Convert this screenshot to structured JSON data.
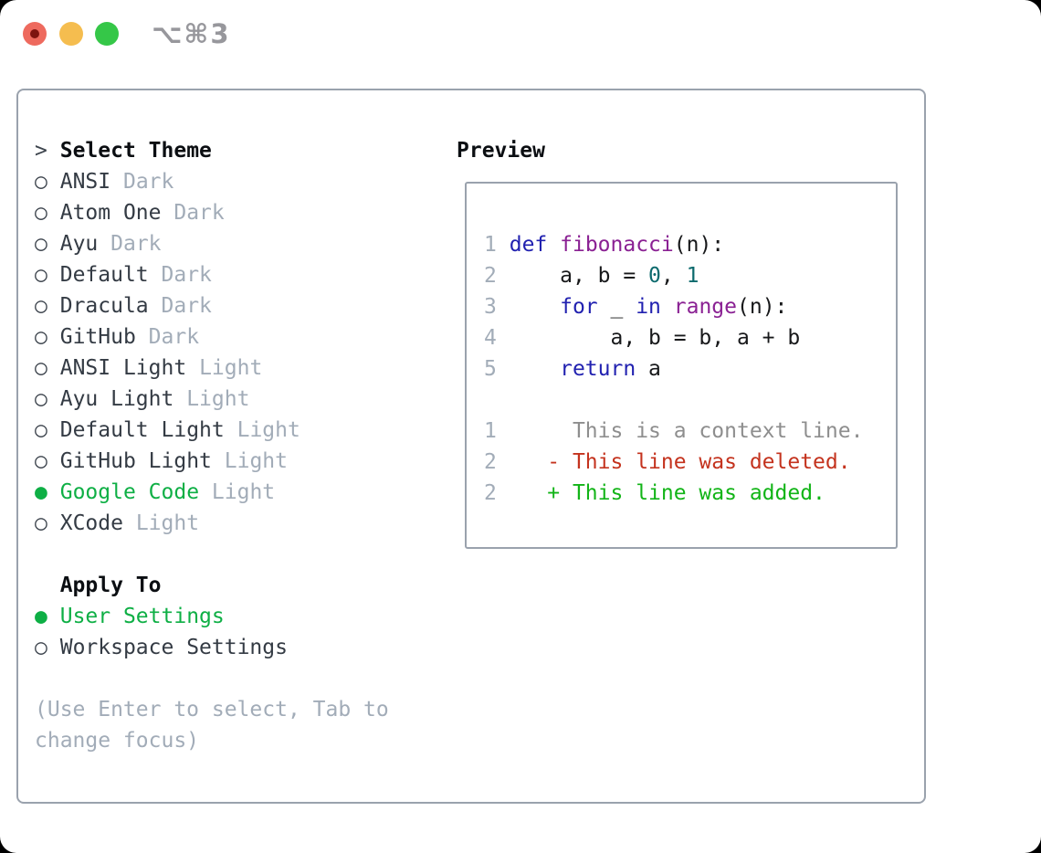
{
  "titlebar": {
    "title": "⌥⌘3"
  },
  "glyphs": {
    "prompt": ">",
    "unselected": "○",
    "selected": "●"
  },
  "theme_panel": {
    "header": "Select Theme",
    "items": [
      {
        "name": "ANSI",
        "variant": "Dark",
        "selected": false
      },
      {
        "name": "Atom One",
        "variant": "Dark",
        "selected": false
      },
      {
        "name": "Ayu",
        "variant": "Dark",
        "selected": false
      },
      {
        "name": "Default",
        "variant": "Dark",
        "selected": false
      },
      {
        "name": "Dracula",
        "variant": "Dark",
        "selected": false
      },
      {
        "name": "GitHub",
        "variant": "Dark",
        "selected": false
      },
      {
        "name": "ANSI Light",
        "variant": "Light",
        "selected": false
      },
      {
        "name": "Ayu Light",
        "variant": "Light",
        "selected": false
      },
      {
        "name": "Default Light",
        "variant": "Light",
        "selected": false
      },
      {
        "name": "GitHub Light",
        "variant": "Light",
        "selected": false
      },
      {
        "name": "Google Code",
        "variant": "Light",
        "selected": true
      },
      {
        "name": "XCode",
        "variant": "Light",
        "selected": false
      }
    ],
    "apply_to": {
      "label": "Apply To",
      "options": [
        {
          "name": "User Settings",
          "selected": true
        },
        {
          "name": "Workspace Settings",
          "selected": false
        }
      ]
    },
    "hint_lines": [
      "(Use Enter to select, Tab to",
      "change focus)"
    ]
  },
  "preview": {
    "label": "Preview",
    "lines": [
      {
        "num": "1",
        "segments": [
          [
            "keyword",
            "def"
          ],
          [
            "plain",
            " "
          ],
          [
            "function",
            "fibonacci"
          ],
          [
            "plain",
            "(n):"
          ]
        ]
      },
      {
        "num": "2",
        "segments": [
          [
            "plain",
            "    a, b = "
          ],
          [
            "literal",
            "0"
          ],
          [
            "plain",
            ", "
          ],
          [
            "literal",
            "1"
          ]
        ]
      },
      {
        "num": "3",
        "segments": [
          [
            "plain",
            "    "
          ],
          [
            "keyword",
            "for"
          ],
          [
            "plain",
            " _ "
          ],
          [
            "keyword",
            "in"
          ],
          [
            "plain",
            " "
          ],
          [
            "function",
            "range"
          ],
          [
            "plain",
            "(n):"
          ]
        ]
      },
      {
        "num": "4",
        "segments": [
          [
            "plain",
            "        a, b = b, a + b"
          ]
        ]
      },
      {
        "num": "5",
        "segments": [
          [
            "plain",
            "    "
          ],
          [
            "keyword",
            "return"
          ],
          [
            "plain",
            " a"
          ]
        ]
      },
      {
        "num": "",
        "segments": []
      },
      {
        "num": "1",
        "segments": [
          [
            "context",
            "     This is a context line."
          ]
        ]
      },
      {
        "num": "2",
        "segments": [
          [
            "deleted",
            "   - This line was deleted."
          ]
        ]
      },
      {
        "num": "2",
        "segments": [
          [
            "added",
            "   + This line was added."
          ]
        ]
      }
    ]
  },
  "colors": {
    "selected_green": "#0eaf45",
    "keyword_blue": "#2121b0",
    "function_purple": "#8a2193",
    "literal_teal": "#0c6a6d",
    "deleted_red": "#c4331e",
    "added_green": "#12b417",
    "muted_gray": "#a2acb8",
    "border_gray": "#9aa2ad",
    "traffic_red": "#ee6a5e",
    "traffic_yellow": "#f5bd4f",
    "traffic_green": "#35c748"
  }
}
